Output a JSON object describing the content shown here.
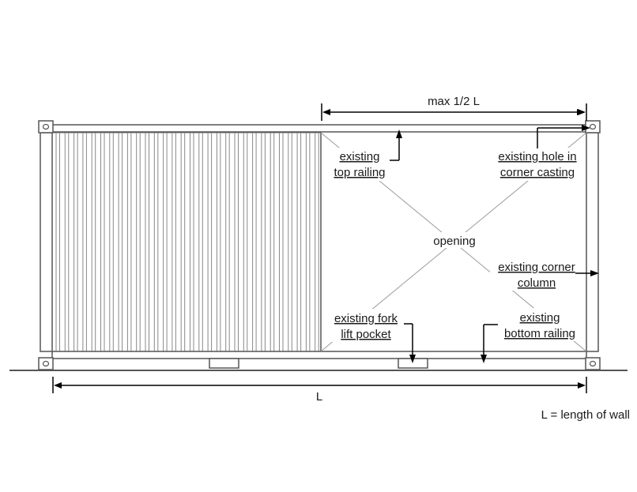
{
  "diagram": {
    "dimension_top": "max 1/2 L",
    "dimension_bottom": "L",
    "opening": "opening",
    "legend": "L = length of wall",
    "callouts": {
      "top_railing": [
        "existing",
        "top railing"
      ],
      "hole_corner": [
        "existing hole in",
        "corner casting"
      ],
      "corner_column": [
        "existing corner",
        "column"
      ],
      "fork_pocket": [
        "existing fork",
        "lift pocket"
      ],
      "bottom_railing": [
        "existing",
        "bottom railing"
      ]
    }
  }
}
